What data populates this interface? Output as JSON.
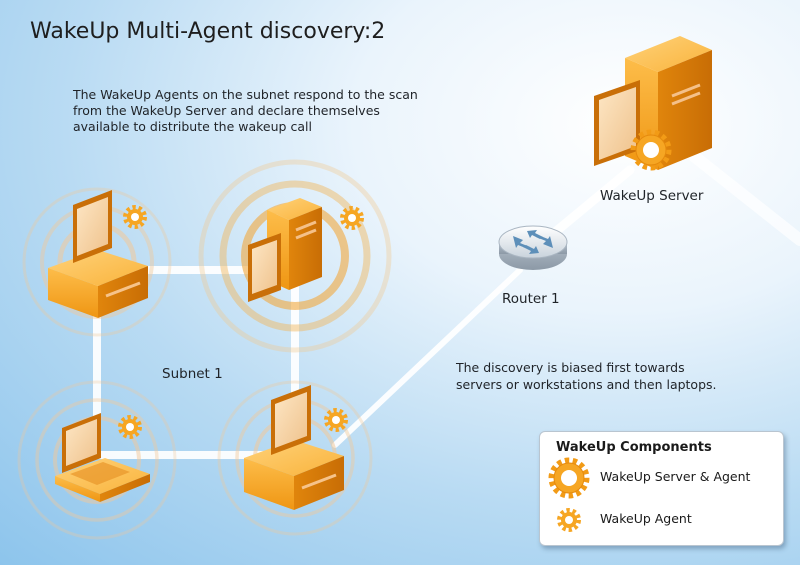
{
  "title": "WakeUp Multi-Agent discovery:2",
  "intro_text": "The WakeUp Agents on the subnet respond to the scan from the WakeUp Server and declare themselves available to distribute the wakeup call",
  "nodes": {
    "server_label": "WakeUp Server",
    "router_label": "Router 1",
    "subnet_label": "Subnet 1"
  },
  "note_text": "The discovery is biased first towards servers or workstations and then laptops.",
  "legend": {
    "title": "WakeUp Components",
    "items": [
      {
        "icon": "server-agent-gear-icon",
        "label": "WakeUp Server & Agent"
      },
      {
        "icon": "agent-gear-icon",
        "label": "WakeUp Agent"
      }
    ]
  },
  "colors": {
    "device_orange": "#f7a21c",
    "device_dark": "#d97a08",
    "gear_orange": "#f6a623",
    "link": "#ffffff"
  }
}
